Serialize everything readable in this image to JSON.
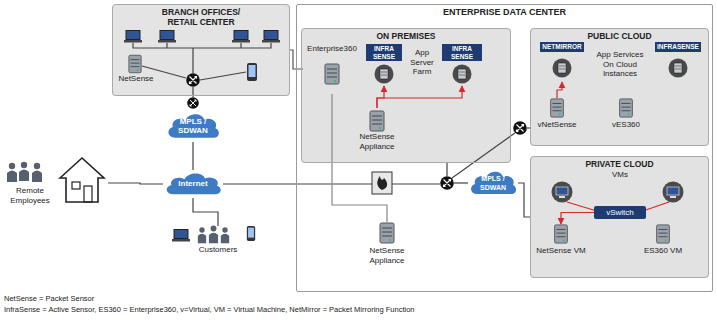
{
  "diagram": {
    "nodes": [
      {
        "text": [
          "BRANCH OFFICES/ RETAIL CENTER"
        ]
      },
      {
        "text": [
          "NetSense"
        ],
        "in": 0
      },
      {
        "text": [
          "ENTERPRISE DATA CENTER"
        ]
      },
      {
        "text": [
          "ON PREMISES"
        ],
        "in": 2
      },
      {
        "text": [
          "Enterprise360"
        ],
        "in": 3
      },
      {
        "text": [
          "INFRA SENSE"
        ],
        "in": 3
      },
      {
        "text": [
          "INFRA SENSE"
        ],
        "in": 3
      },
      {
        "text": [
          "NetSense Appliance"
        ],
        "in": 3
      },
      {
        "text": [
          "PUBLIC CLOUD"
        ],
        "in": 2
      },
      {
        "text": [
          "NETMIRROR"
        ],
        "in": 8
      },
      {
        "text": [
          "INFRASENSE"
        ],
        "in": 8
      },
      {
        "text": [
          "vNetSense"
        ],
        "in": 8
      },
      {
        "text": [
          "vES360"
        ],
        "in": 8
      },
      {
        "text": [
          "MPLS / SDWAN"
        ],
        "in": 2
      },
      {
        "text": [
          "PRIVATE CLOUD"
        ],
        "in": 2
      },
      {
        "text": [
          "vSwitch"
        ],
        "in": 14
      },
      {
        "text": [
          "NetSense VM"
        ],
        "in": 14
      },
      {
        "text": [
          "ES360 VM"
        ],
        "in": 14
      },
      {
        "text": [
          "NetSense Appliance"
        ],
        "in": 2
      },
      {
        "text": [
          "MPLS / SDWAN"
        ]
      },
      {
        "text": [
          "Internet"
        ]
      },
      {
        "text": [
          "Remote Employees"
        ]
      },
      {
        "text": [
          "Customers"
        ]
      }
    ],
    "edges": [
      {
        "from": 0,
        "to": 4,
        "arrow": "none"
      },
      {
        "from": 19,
        "to": 20,
        "arrow": "none"
      },
      {
        "from": 21,
        "to": 20,
        "arrow": "none"
      },
      {
        "from": 22,
        "to": 20,
        "arrow": "none"
      },
      {
        "from": 4,
        "to": 18,
        "arrow": "none"
      },
      {
        "from": 7,
        "to": 5,
        "arrow": "to"
      },
      {
        "from": 7,
        "to": 6,
        "arrow": "to"
      },
      {
        "from": 11,
        "to": 9,
        "arrow": "to"
      },
      {
        "from": 15,
        "to": 16,
        "arrow": "to"
      },
      {
        "from": 13,
        "to": 14,
        "arrow": "none"
      }
    ],
    "labels": [
      "App Server Farm",
      "App Services On Cloud Instances",
      "VMs",
      "NetSense = Packet Sensor",
      "InfraSense = Active Sensor, ES360 = Enterprise360, v=Virtual, VM = Virtual Machine, NetMirror = Packet Mirroring Function"
    ]
  }
}
